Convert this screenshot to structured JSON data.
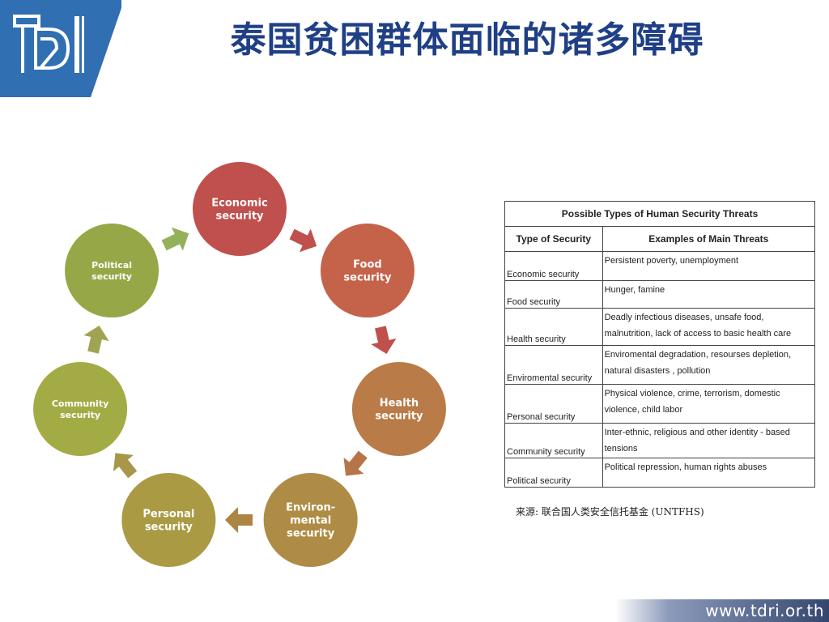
{
  "slide": {
    "title": "泰国贫困群体面临的诸多障碍",
    "source": "来源: 联合国人类安全信托基金 (UNTFHS)",
    "footer_url": "www.tdri.or.th"
  },
  "logo": {
    "icon": "tdri-logo",
    "text": "TDRI",
    "color": "#2f6fb2"
  },
  "cycle": {
    "nodes": [
      {
        "id": "economic",
        "lines": [
          "Economic",
          "security"
        ],
        "color": "#c0504d"
      },
      {
        "id": "food",
        "lines": [
          "Food",
          "security"
        ],
        "color": "#c5624a"
      },
      {
        "id": "health",
        "lines": [
          "Health",
          "security"
        ],
        "color": "#b97b47"
      },
      {
        "id": "environmental",
        "lines": [
          "Environ-",
          "mental",
          "security"
        ],
        "color": "#ae8c45"
      },
      {
        "id": "personal",
        "lines": [
          "Personal",
          "security"
        ],
        "color": "#aa9a43"
      },
      {
        "id": "community",
        "lines": [
          "Community",
          "security"
        ],
        "color": "#a3ab44"
      },
      {
        "id": "political",
        "lines": [
          "Political",
          "security"
        ],
        "color": "#96a747"
      }
    ],
    "arrow_colors": [
      "#c0504d",
      "#c0504d",
      "#b87449",
      "#ac8543",
      "#a8974a",
      "#9fa453",
      "#94b05a"
    ]
  },
  "table": {
    "caption": "Possible Types  of Human Security Threats",
    "headers": [
      "Type of Security",
      "Examples of Main Threats"
    ],
    "rows": [
      {
        "type": "Economic security",
        "example": "Persistent poverty, unemployment"
      },
      {
        "type": "Food security",
        "example": "Hunger, famine"
      },
      {
        "type": "Health security",
        "example": "Deadly infectious diseases, unsafe food, malnutrition, lack of access to basic health care"
      },
      {
        "type": "Enviromental security",
        "example": "Enviromental degradation, resourses depletion, natural disasters , pollution"
      },
      {
        "type": "Personal security",
        "example": "Physical violence, crime, terrorism, domestic violence, child labor"
      },
      {
        "type": "Community security",
        "example": "Inter-ethnic, religious and other identity - based tensions"
      },
      {
        "type": "Political security",
        "example": "Political repression, human rights abuses"
      }
    ]
  }
}
